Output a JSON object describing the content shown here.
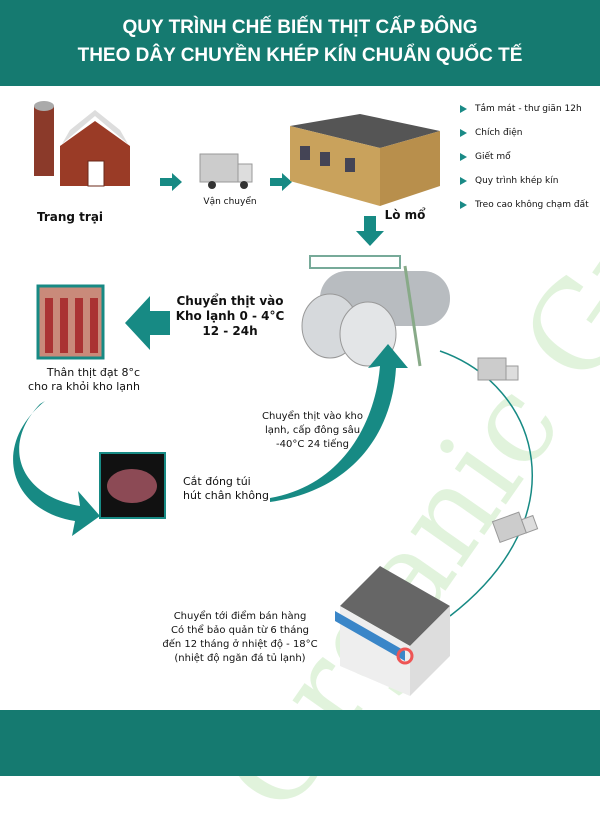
{
  "header": {
    "line1": "QUY TRÌNH CHẾ BIẾN THỊT CẤP ĐÔNG",
    "line2": "THEO DÂY CHUYỀN KHÉP KÍN CHUẨN QUỐC TẾ"
  },
  "nodes": {
    "farm": "Trang trại",
    "transport": "Vận chuyển",
    "slaughterhouse": "Lò mổ",
    "cold_storage": [
      "Chuyển thịt vào",
      "Kho lạnh 0 - 4°C",
      "12 - 24h"
    ],
    "carcass": [
      "Thân thịt đạt 8°c",
      "cho ra khỏi kho lạnh"
    ],
    "vacuum": [
      "Cắt đóng túi",
      "hút chân không"
    ],
    "deep_freeze": [
      "Chuyển thịt vào kho",
      "lạnh, cấp đông sâu",
      "-40°C 24 tiếng"
    ],
    "retail": [
      "Chuyển tới điểm bán hàng",
      "Có thể bảo quản từ 6 tháng",
      "đến 12 tháng ở nhiệt độ - 18°C",
      "(nhiệt độ ngăn đá tủ lạnh)"
    ]
  },
  "slaughter_steps": [
    "Tắm mát - thư giãn 12h",
    "Chích điện",
    "Giết mổ",
    "Quy trình khép kín",
    "Treo cao không chạm đất"
  ],
  "watermark": "Organic Green",
  "colors": {
    "teal": "#157a70",
    "arrow": "#178a84"
  }
}
